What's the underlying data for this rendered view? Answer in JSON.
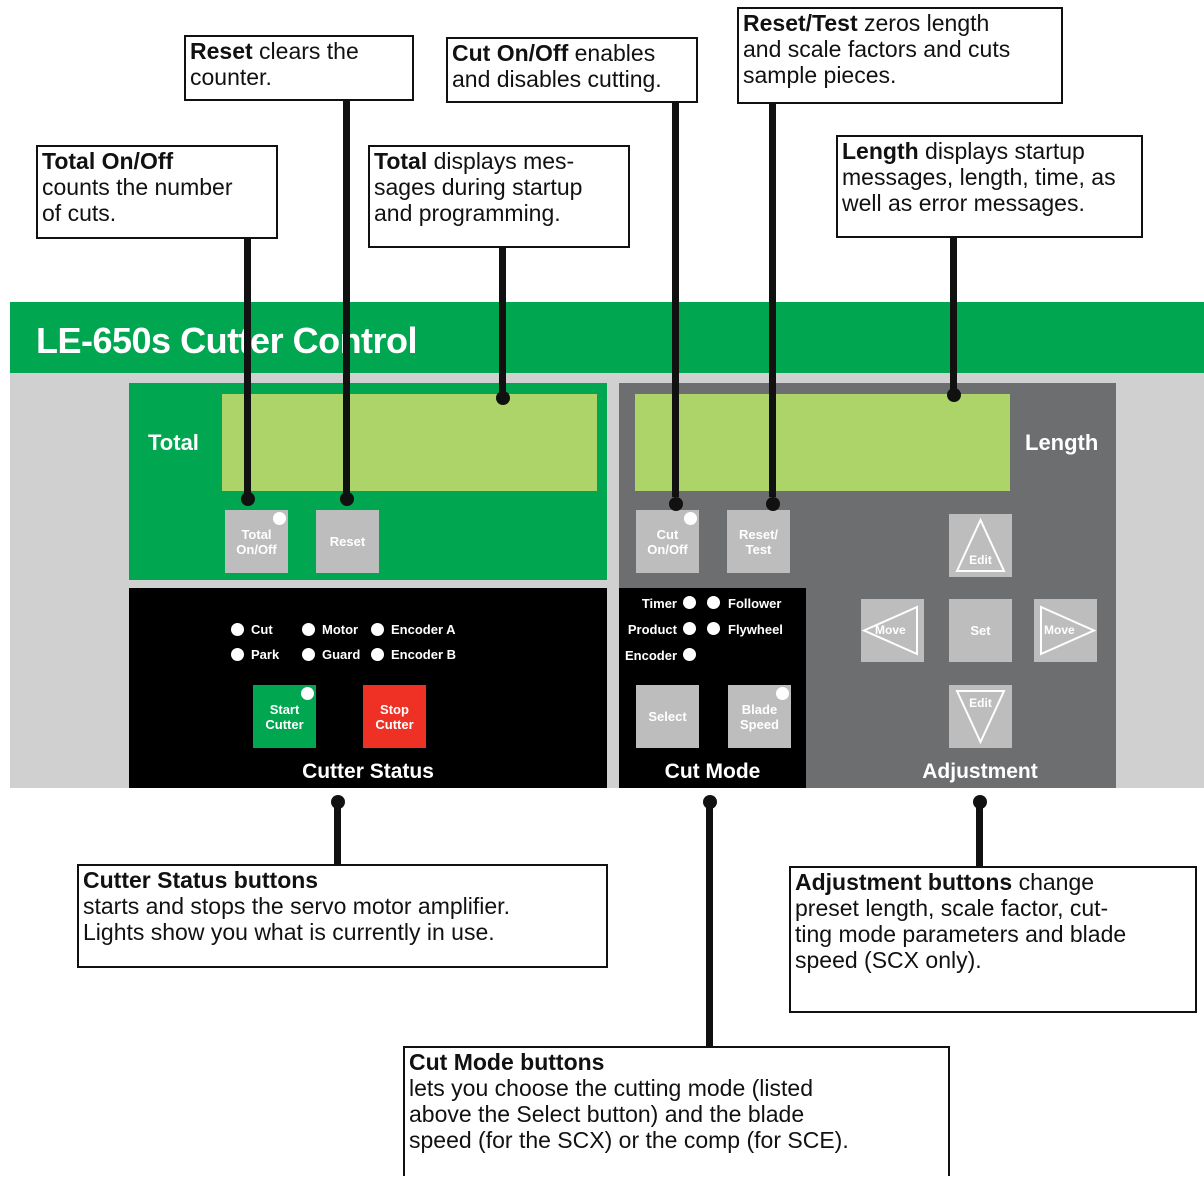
{
  "panel": {
    "title": "LE-650s Cutter Control",
    "colors": {
      "green": "#00a650",
      "lcd": "#acd469",
      "gray_dark": "#6c6e70",
      "gray_panel": "#d0d0d0",
      "red": "#ee3124",
      "black": "#000000"
    },
    "total_label": "Total",
    "length_label": "Length",
    "buttons": {
      "total_onoff_1": "Total",
      "total_onoff_2": "On/Off",
      "reset": "Reset",
      "cut_onoff_1": "Cut",
      "cut_onoff_2": "On/Off",
      "reset_test_1": "Reset/",
      "reset_test_2": "Test",
      "start_1": "Start",
      "start_2": "Cutter",
      "stop_1": "Stop",
      "stop_2": "Cutter",
      "select": "Select",
      "blade_1": "Blade",
      "blade_2": "Speed",
      "edit_up": "Edit",
      "edit_down": "Edit",
      "move_left": "Move",
      "move_right": "Move",
      "set": "Set"
    },
    "cutter_status": {
      "title": "Cutter Status",
      "lights": [
        "Cut",
        "Motor",
        "Encoder A",
        "Park",
        "Guard",
        "Encoder B"
      ]
    },
    "cut_mode": {
      "title": "Cut Mode",
      "lights": [
        "Timer",
        "Follower",
        "Product",
        "Flywheel",
        "Encoder"
      ]
    },
    "adjustment": {
      "title": "Adjustment"
    }
  },
  "callouts": {
    "total_onoff": {
      "bold": "Total On/Off",
      "text_1": "counts the number",
      "text_2": "of cuts."
    },
    "reset": {
      "bold": "Reset",
      "text_1": " clears the",
      "text_2": "counter."
    },
    "total": {
      "bold": "Total",
      "text_1": " displays mes-",
      "text_2": "sages during startup",
      "text_3": "and programming."
    },
    "cut_onoff": {
      "bold": "Cut On/Off",
      "text_1": " enables",
      "text_2": "and disables cutting."
    },
    "reset_test": {
      "bold": "Reset/Test",
      "text_1": " zeros length",
      "text_2": "and scale factors and cuts",
      "text_3": "sample pieces."
    },
    "length": {
      "bold": "Length",
      "text_1": " displays startup",
      "text_2": "messages, length, time, as",
      "text_3": "well as error messages."
    },
    "cutter_status": {
      "bold": "Cutter Status buttons",
      "text_1": "starts and stops the servo motor amplifier.",
      "text_2": "Lights show you what is currently in use."
    },
    "adjustment": {
      "bold": "Adjustment buttons",
      "text_1": " change",
      "text_2": "preset length, scale factor, cut-",
      "text_3": "ting mode parameters and blade",
      "text_4": "speed (SCX only)."
    },
    "cut_mode": {
      "bold": "Cut Mode buttons",
      "text_1": "lets you choose the cutting mode (listed",
      "text_2": "above the Select button) and the blade",
      "text_3": "speed (for the SCX) or the comp (for SCE)."
    }
  }
}
